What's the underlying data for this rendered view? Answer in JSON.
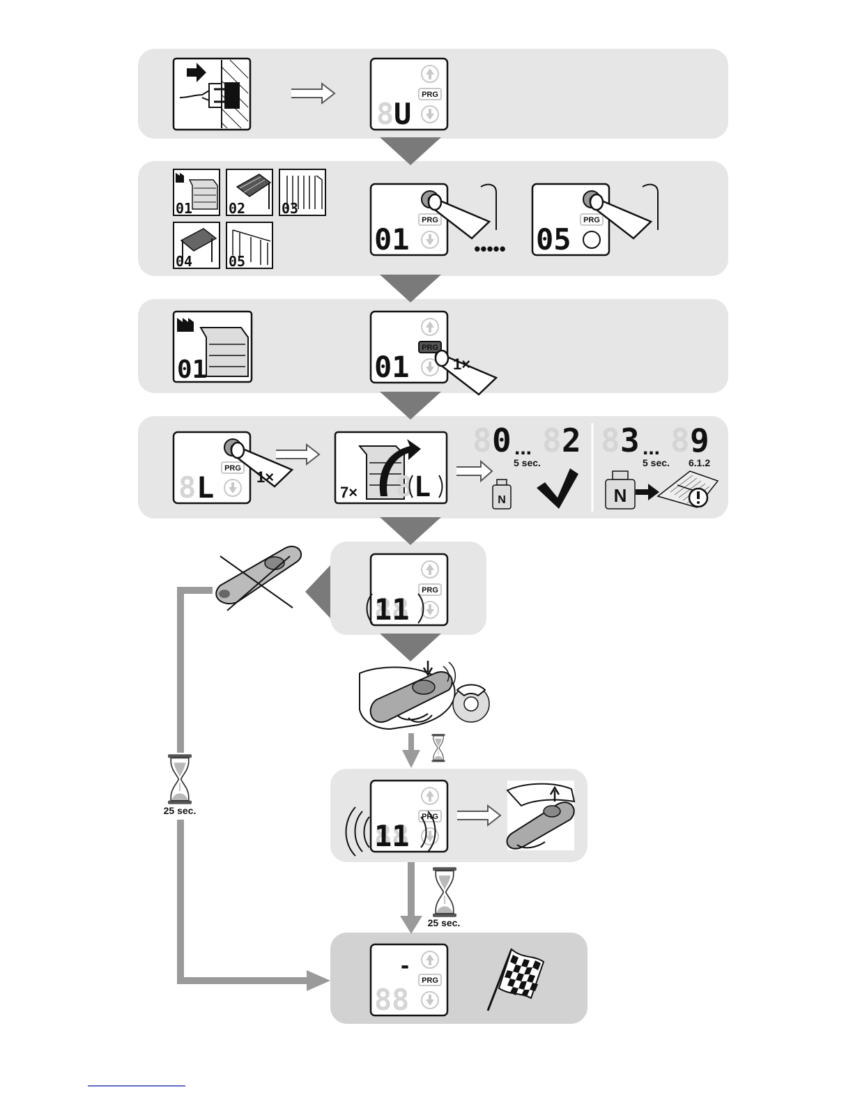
{
  "colors": {
    "panel": "#e6e6e6",
    "panel_dark": "#d2d2d2",
    "connector": "#7a7a7a",
    "flow_line": "#9a9a9a",
    "display_off": "#d5d5d5",
    "display_on": "#111111"
  },
  "icons": [
    "plug-icon",
    "arrow-right-icon",
    "display-panel-icon",
    "door-type-icon",
    "finger-press-icon",
    "door-travel-icon",
    "hand-remote-icon",
    "remote-crossed-icon",
    "hourglass-icon",
    "checkmark-icon",
    "weight-n-icon",
    "manual-book-icon",
    "warning-icon",
    "checkered-flag-icon",
    "remote-button-icon"
  ],
  "display": {
    "prg_label": "PRG",
    "step1_digits": "U",
    "step2_first": "01",
    "step2_last": "05",
    "step2_dots": "•••••",
    "step3_digits": "01",
    "step3_door_code": "01",
    "step4_digits": "L",
    "step4_travel_digits": "L",
    "result_ok_from": "0",
    "result_ok_to": "2",
    "result_ok_ellipsis": "...",
    "result_err_from": "3",
    "result_err_to": "9",
    "result_err_ellipsis": "...",
    "step5_digits": "11",
    "step6_digits": "11",
    "final_digits": "-"
  },
  "door_types": [
    {
      "code": "01"
    },
    {
      "code": "02"
    },
    {
      "code": "03"
    },
    {
      "code": "04"
    },
    {
      "code": "05"
    }
  ],
  "labels": {
    "press_1x_a": "1×",
    "press_1x_b": "1×",
    "press_7x": "7×",
    "five_sec_a": "5 sec.",
    "five_sec_b": "5 sec.",
    "section_ref": "6.1.2",
    "weight_small": "N",
    "weight_large": "N",
    "timeout_left": "25 sec.",
    "timeout_mid": "25 sec."
  }
}
